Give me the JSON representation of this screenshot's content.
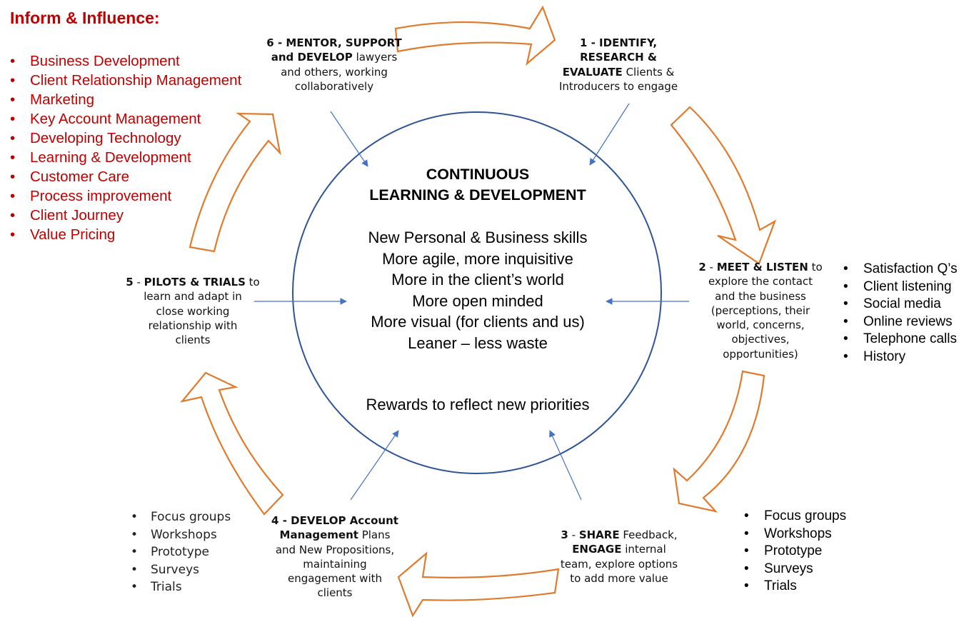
{
  "inform": {
    "title": "Inform & Influence:",
    "items": [
      "Business Development",
      "Client Relationship Management",
      "Marketing",
      "Key Account Management",
      "Developing Technology",
      "Learning & Development",
      "Customer Care",
      "Process improvement",
      "Client Journey",
      "Value Pricing"
    ]
  },
  "center": {
    "title_line1": "CONTINUOUS",
    "title_line2": "LEARNING & DEVELOPMENT",
    "lines": [
      "New Personal & Business skills",
      "More agile, more inquisitive",
      "More in the client’s world",
      "More open minded",
      "More visual (for clients and us)",
      "Leaner – less waste"
    ],
    "reward": "Rewards to reflect new priorities"
  },
  "steps": {
    "s1": {
      "l1": "1 - IDENTIFY,",
      "l2": "RESEARCH &",
      "l3b": "EVALUATE",
      "l3": " Clients &",
      "l4": "Introducers to engage"
    },
    "s2": {
      "num": "2",
      "dash": " - ",
      "bold": "MEET & LISTEN",
      "rest": " to",
      "l2": "explore the contact",
      "l3": "and the business",
      "l4": "(perceptions, their",
      "l5": "world, concerns,",
      "l6": "objectives,",
      "l7": "opportunities)"
    },
    "s3": {
      "num": "3",
      "dash": " - ",
      "bold": "SHARE",
      "rest": " Feedback,",
      "l2b": "ENGAGE",
      "l2": " internal",
      "l3": "team, explore options",
      "l4": "to add more value"
    },
    "s4": {
      "l1": "4 - DEVELOP Account",
      "l2b": "Management",
      "l2": "  Plans",
      "l3": "and New Propositions,",
      "l4": "maintaining",
      "l5": "engagement with",
      "l6": "clients"
    },
    "s5": {
      "num": "5",
      "dash": " - ",
      "bold": "PILOTS & TRIALS",
      "rest": " to",
      "l2": "learn and adapt in",
      "l3": "close working",
      "l4": "relationship with",
      "l5": "clients"
    },
    "s6": {
      "l1": "6 - MENTOR, SUPPORT",
      "l2b": "and DEVELOP",
      "l2": " lawyers",
      "l3": "and others, working",
      "l4": "collaboratively"
    }
  },
  "right_list": [
    "Satisfaction Q’s",
    "Client listening",
    "Social media",
    "Online reviews",
    "Telephone calls",
    "History"
  ],
  "bottom_right_list": [
    "Focus groups",
    "Workshops",
    "Prototype",
    "Surveys",
    "Trials"
  ],
  "bottom_left_list": [
    "Focus groups",
    "Workshops",
    "Prototype",
    "Surveys",
    "Trials"
  ],
  "colors": {
    "red": "#c00000",
    "orange": "#e07b2e",
    "circle": "#2f5597",
    "blue_arrow": "#4472c4"
  }
}
